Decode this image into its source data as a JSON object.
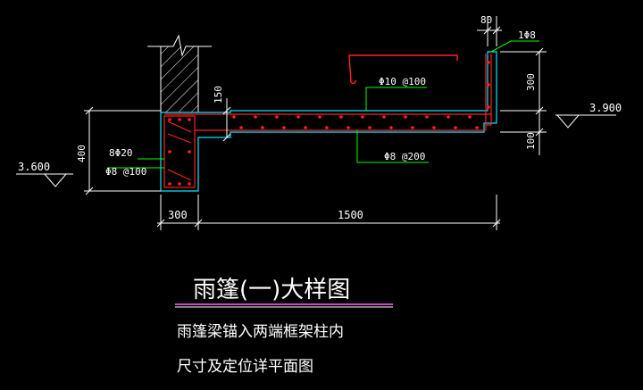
{
  "title": "雨篷(一)大样图",
  "note_line1": "雨篷梁锚入两端框架柱内",
  "note_line2": "尺寸及定位详平面图",
  "elevations": {
    "left": "3.600",
    "right": "3.900"
  },
  "dims": {
    "d80": "80",
    "d150": "150",
    "d400": "400",
    "d300v": "300",
    "d100": "100",
    "d300h": "300",
    "d1500": "1500"
  },
  "rebar": {
    "top": "Φ10 @100",
    "bottom": "Φ8 @200",
    "beam_long": "8Φ20",
    "beam_stirrup": "Φ8 @100",
    "edge": "1Φ8"
  },
  "colors": {
    "background": "#000000",
    "outline": "#00e5ff",
    "rebar": "#ff2020",
    "leader": "#00ff00",
    "text": "#ffffff",
    "title_underline": "#ff66ff"
  }
}
